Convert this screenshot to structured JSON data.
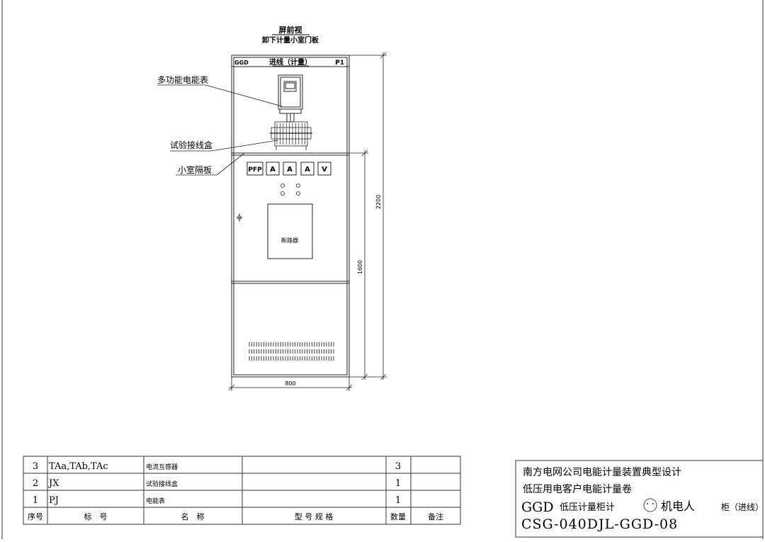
{
  "drawing": {
    "view_title": "屏前视",
    "view_subtitle": "卸下计量小室门板",
    "cabinet": {
      "code_left": "GGD",
      "title": "进线（计量）",
      "code_right": "P1",
      "meter_buttons": [
        "PFP",
        "A",
        "A",
        "A",
        "V"
      ],
      "breaker_label": "断路器"
    },
    "callouts": {
      "meter": "多功能电能表",
      "test_box": "试验接线盒",
      "partition": "小室隔板"
    },
    "dimensions": {
      "height_total": "2200",
      "height_lower": "1600",
      "width": "800"
    }
  },
  "bom": {
    "rows": [
      {
        "no": "3",
        "code": "TAa,TAb,TAc",
        "name": "电流互感器",
        "spec": "",
        "qty": "3",
        "note": ""
      },
      {
        "no": "2",
        "code": "JX",
        "name": "试验接线盒",
        "spec": "",
        "qty": "1",
        "note": ""
      },
      {
        "no": "1",
        "code": "PJ",
        "name": "电能表",
        "spec": "",
        "qty": "1",
        "note": ""
      }
    ],
    "headers": {
      "no": "序号",
      "code": "标　号",
      "name": "名　称",
      "spec": "型 号 规 格",
      "qty": "数量",
      "note": "备注"
    }
  },
  "title_block": {
    "line1": "南方电网公司电能计量装置典型设计",
    "line2": "低压用电客户电能计量卷",
    "line3_prefix": "GGD",
    "line3_rest": "低压计量柜计",
    "watermark": "机电人",
    "line3_tail": "柜（进线）",
    "line4": "CSG-040DJL-GGD-08"
  }
}
